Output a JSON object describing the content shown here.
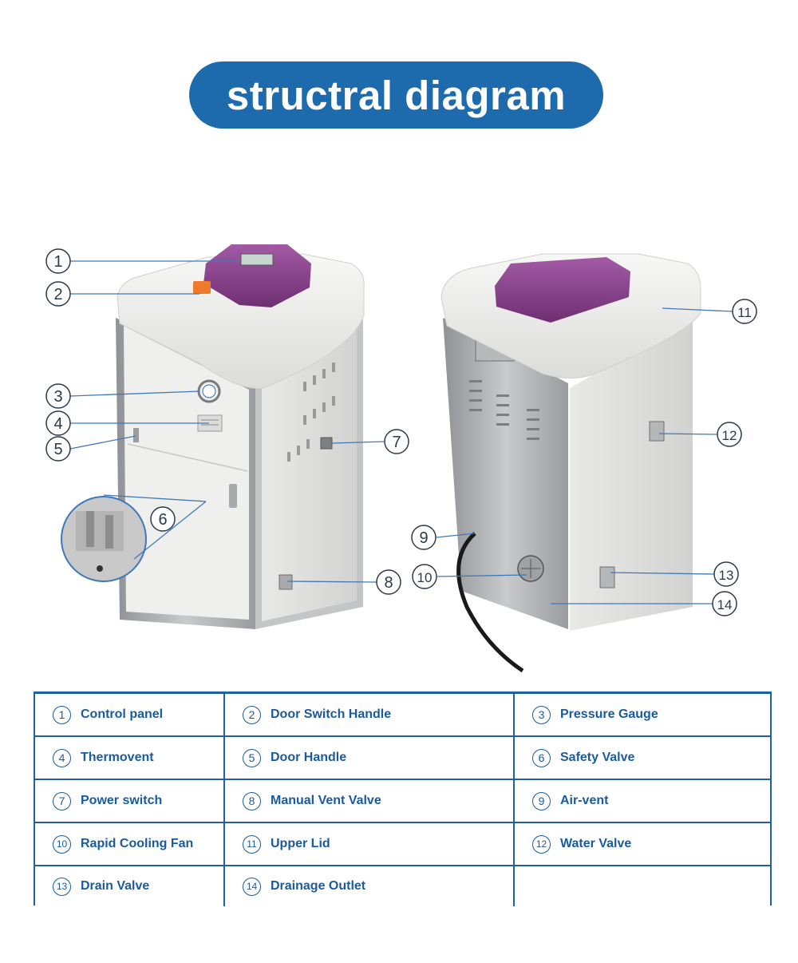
{
  "title": "structral diagram",
  "callouts": [
    "1",
    "2",
    "3",
    "4",
    "5",
    "6",
    "7",
    "8",
    "9",
    "10",
    "11",
    "12",
    "13",
    "14"
  ],
  "legend": [
    {
      "num": "1",
      "label": "Control panel"
    },
    {
      "num": "2",
      "label": "Door Switch Handle"
    },
    {
      "num": "3",
      "label": "Pressure Gauge"
    },
    {
      "num": "4",
      "label": "Thermovent"
    },
    {
      "num": "5",
      "label": "Door Handle"
    },
    {
      "num": "6",
      "label": "Safety Valve"
    },
    {
      "num": "7",
      "label": "Power switch"
    },
    {
      "num": "8",
      "label": "Manual Vent Valve"
    },
    {
      "num": "9",
      "label": "Air-vent"
    },
    {
      "num": "10",
      "label": "Rapid Cooling Fan"
    },
    {
      "num": "11",
      "label": "Upper Lid"
    },
    {
      "num": "12",
      "label": "Water Valve"
    },
    {
      "num": "13",
      "label": "Drain Valve"
    },
    {
      "num": "14",
      "label": "Drainage Outlet"
    }
  ],
  "colors": {
    "brand_blue": "#1d6aac",
    "label_blue": "#1a5a9e",
    "grid_blue": "#1f5fa5",
    "lid_purple": "#8a3f8c",
    "body_white": "#eeeeec",
    "steel": "#b6b7b9"
  }
}
